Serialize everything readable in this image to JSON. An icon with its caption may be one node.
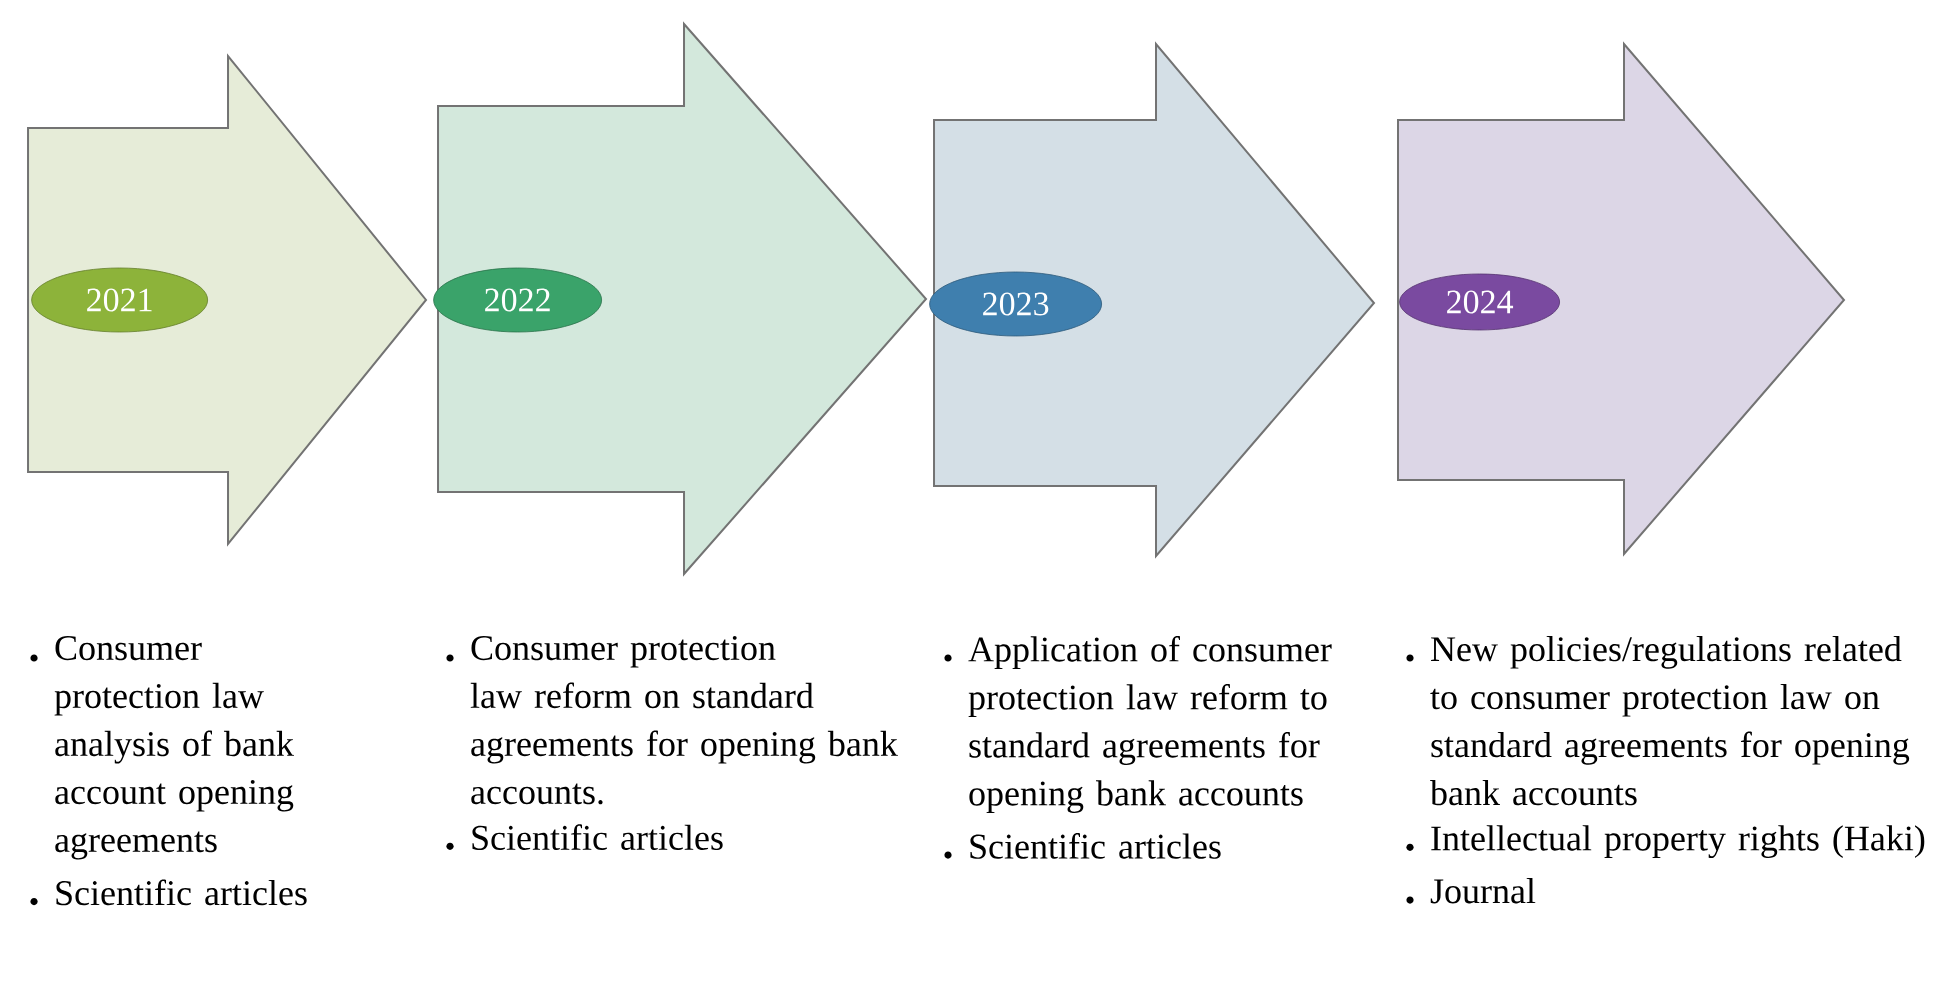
{
  "diagram": {
    "nodes": [
      {
        "text": [],
        "shape": "arrow",
        "beside": [
          "Consumer protection law analysis of bank account opening agreements",
          "Scientific articles"
        ]
      },
      {
        "text": [
          "2021"
        ],
        "in": 0
      },
      {
        "text": [],
        "shape": "arrow",
        "beside": [
          "Consumer protection law reform on standard agreements for opening bank accounts.",
          "Scientific articles"
        ]
      },
      {
        "text": [
          "2022"
        ],
        "in": 2
      },
      {
        "text": [],
        "shape": "arrow",
        "beside": [
          "Application of consumer protection law reform to standard agreements for opening bank accounts",
          "Scientific articles"
        ]
      },
      {
        "text": [
          "2023"
        ],
        "in": 4
      },
      {
        "text": [],
        "shape": "arrow",
        "beside": [
          "New policies/regulations related to consumer protection law on standard agreements for opening bank accounts",
          "Intellectual property rights (Haki)",
          "Journal"
        ]
      },
      {
        "text": [
          "2024"
        ],
        "in": 6
      }
    ],
    "edges": []
  }
}
